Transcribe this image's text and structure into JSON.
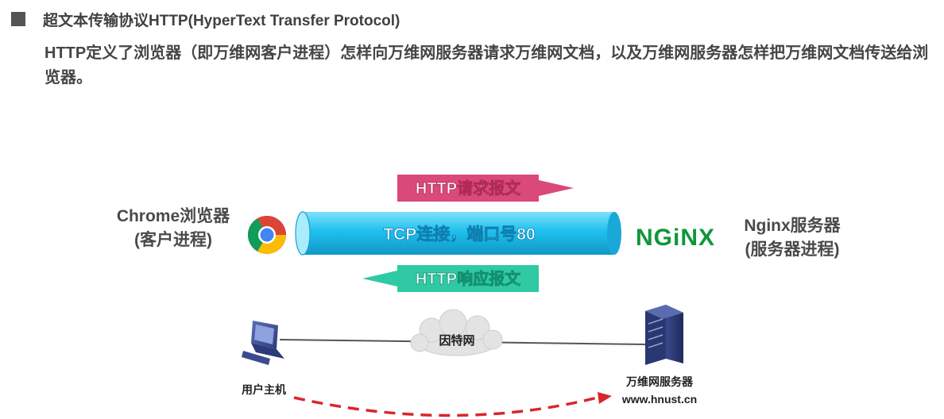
{
  "header": {
    "title_zh": "超文本传输协议HTTP(",
    "title_en": "HyperText Transfer Protocol)"
  },
  "description": "HTTP定义了浏览器（即万维网客户进程）怎样向万维网服务器请求万维网文档，以及万维网服务器怎样把万维网文档传送给浏览器。",
  "browser": {
    "line1": "Chrome浏览器",
    "line2": "(客户进程)",
    "icon": "chrome-icon"
  },
  "server": {
    "logo_text": "NGiNX",
    "line1": "Nginx服务器",
    "line2": "(服务器进程)"
  },
  "connection": {
    "pipe_label": "TCP连接，端口号80",
    "request_label": "HTTP请求报文",
    "response_label": "HTTP响应报文"
  },
  "network": {
    "host_label": "用户主机",
    "cloud_label": "因特网",
    "server_name": "万维网服务器",
    "server_host": "www.hnust.cn"
  },
  "colors": {
    "request": "#d9497a",
    "response": "#2fcaa4",
    "pipe": "#1ec0ee",
    "nginx": "#119639",
    "dashed_arrow": "#d9262c"
  }
}
